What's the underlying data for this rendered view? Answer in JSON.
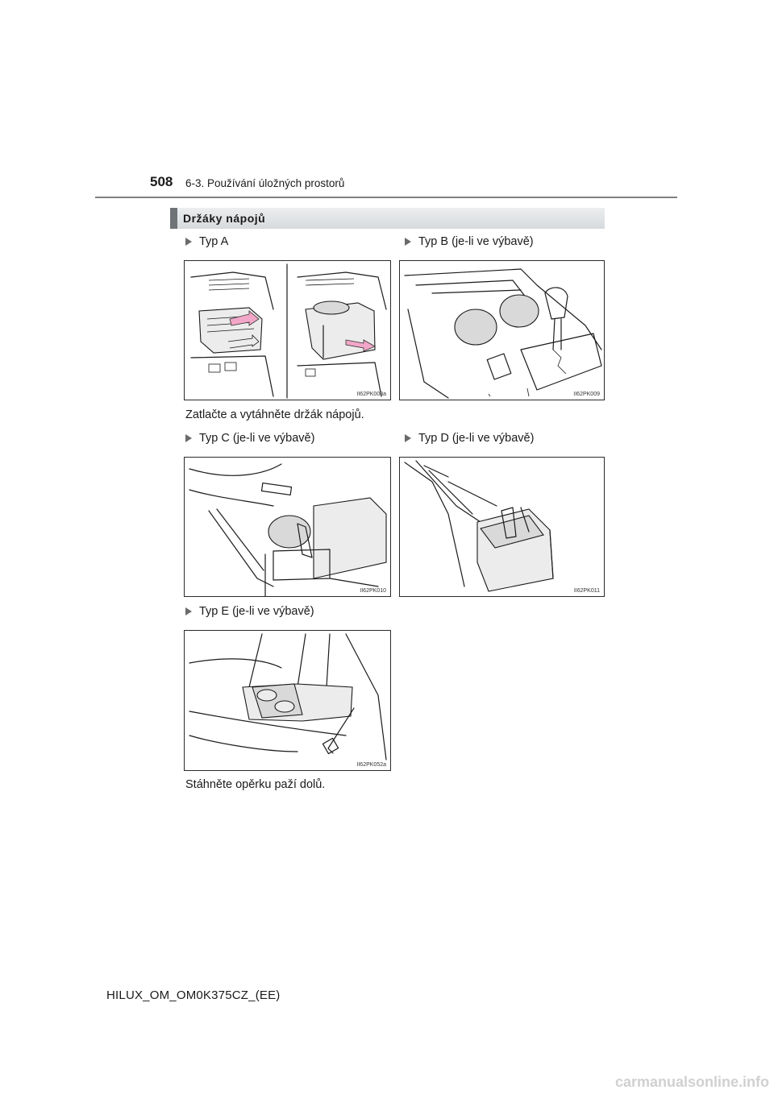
{
  "header": {
    "page_number": "508",
    "section_title": "6-3. Používání úložných prostorů"
  },
  "section": {
    "title": "Držáky nápojů"
  },
  "types": [
    {
      "label": "Typ A",
      "code": "II62PK008a"
    },
    {
      "label": "Typ B (je-li ve výbavě)",
      "code": "II62PK009"
    },
    {
      "label": "Typ C (je-li ve výbavě)",
      "code": "II62PK010"
    },
    {
      "label": "Typ D (je-li ve výbavě)",
      "code": "II62PK011"
    },
    {
      "label": "Typ E (je-li ve výbavě)",
      "code": "II62PK052a"
    }
  ],
  "instructions": {
    "type_a": "Zatlačte a vytáhněte držák nápojů.",
    "type_e": "Stáhněte opěrku paží dolů."
  },
  "footer": {
    "doc_code": "HILUX_OM_OM0K375CZ_(EE)"
  },
  "watermark": "carmanualsonline.info",
  "colors": {
    "accent_bar": "#6f7377",
    "arrow_pink": "#f2a6c8",
    "rule": "#808080"
  }
}
